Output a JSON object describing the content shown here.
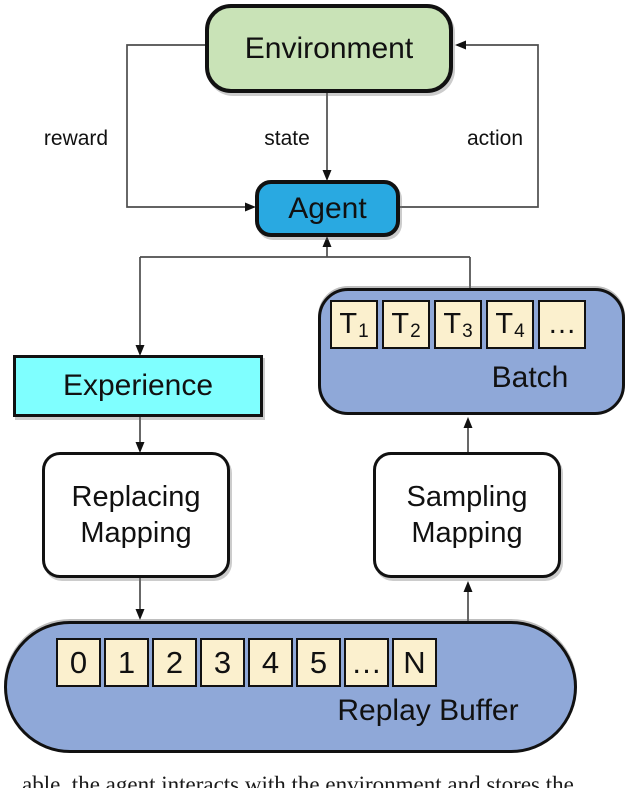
{
  "figure": {
    "nodes": {
      "environment": {
        "label": "Environment"
      },
      "agent": {
        "label": "Agent"
      },
      "experience": {
        "label": "Experience"
      },
      "replacing": {
        "line1": "Replacing",
        "line2": "Mapping"
      },
      "sampling": {
        "line1": "Sampling",
        "line2": "Mapping"
      },
      "batch": {
        "label": "Batch",
        "cells": [
          "T_1",
          "T_2",
          "T_3",
          "T_4",
          "…"
        ]
      },
      "replay_buffer": {
        "label": "Replay Buffer",
        "cells": [
          "0",
          "1",
          "2",
          "3",
          "4",
          "5",
          "…",
          "N"
        ]
      }
    },
    "edge_labels": {
      "reward": "reward",
      "state": "state",
      "action": "action"
    },
    "caption_fragment": "able, the agent interacts with the environment and stores the",
    "colors": {
      "environment_fill": "#c9e3b7",
      "agent_fill": "#29a9e1",
      "experience_fill": "#7fffff",
      "container_fill": "#8fa8d8",
      "cell_fill": "#fbf0ce",
      "line": "#4d4d4d",
      "border": "#111111"
    }
  }
}
